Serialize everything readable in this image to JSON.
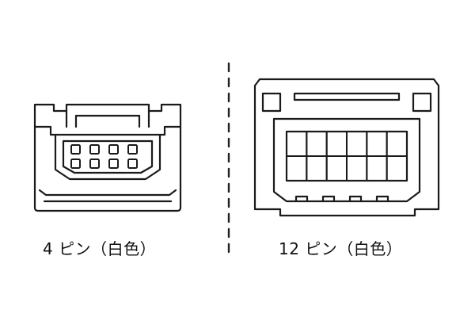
{
  "connectors": [
    {
      "id": "4pin",
      "label": "4 ピン（白色）",
      "pin_count": 4,
      "rows": 2,
      "cols": 4
    },
    {
      "id": "12pin",
      "label": "12 ピン（白色）",
      "pin_count": 12,
      "rows": 2,
      "cols": 6
    }
  ],
  "colors": {
    "line": "#1a1a1a",
    "background": "#ffffff",
    "divider": "#222222"
  }
}
